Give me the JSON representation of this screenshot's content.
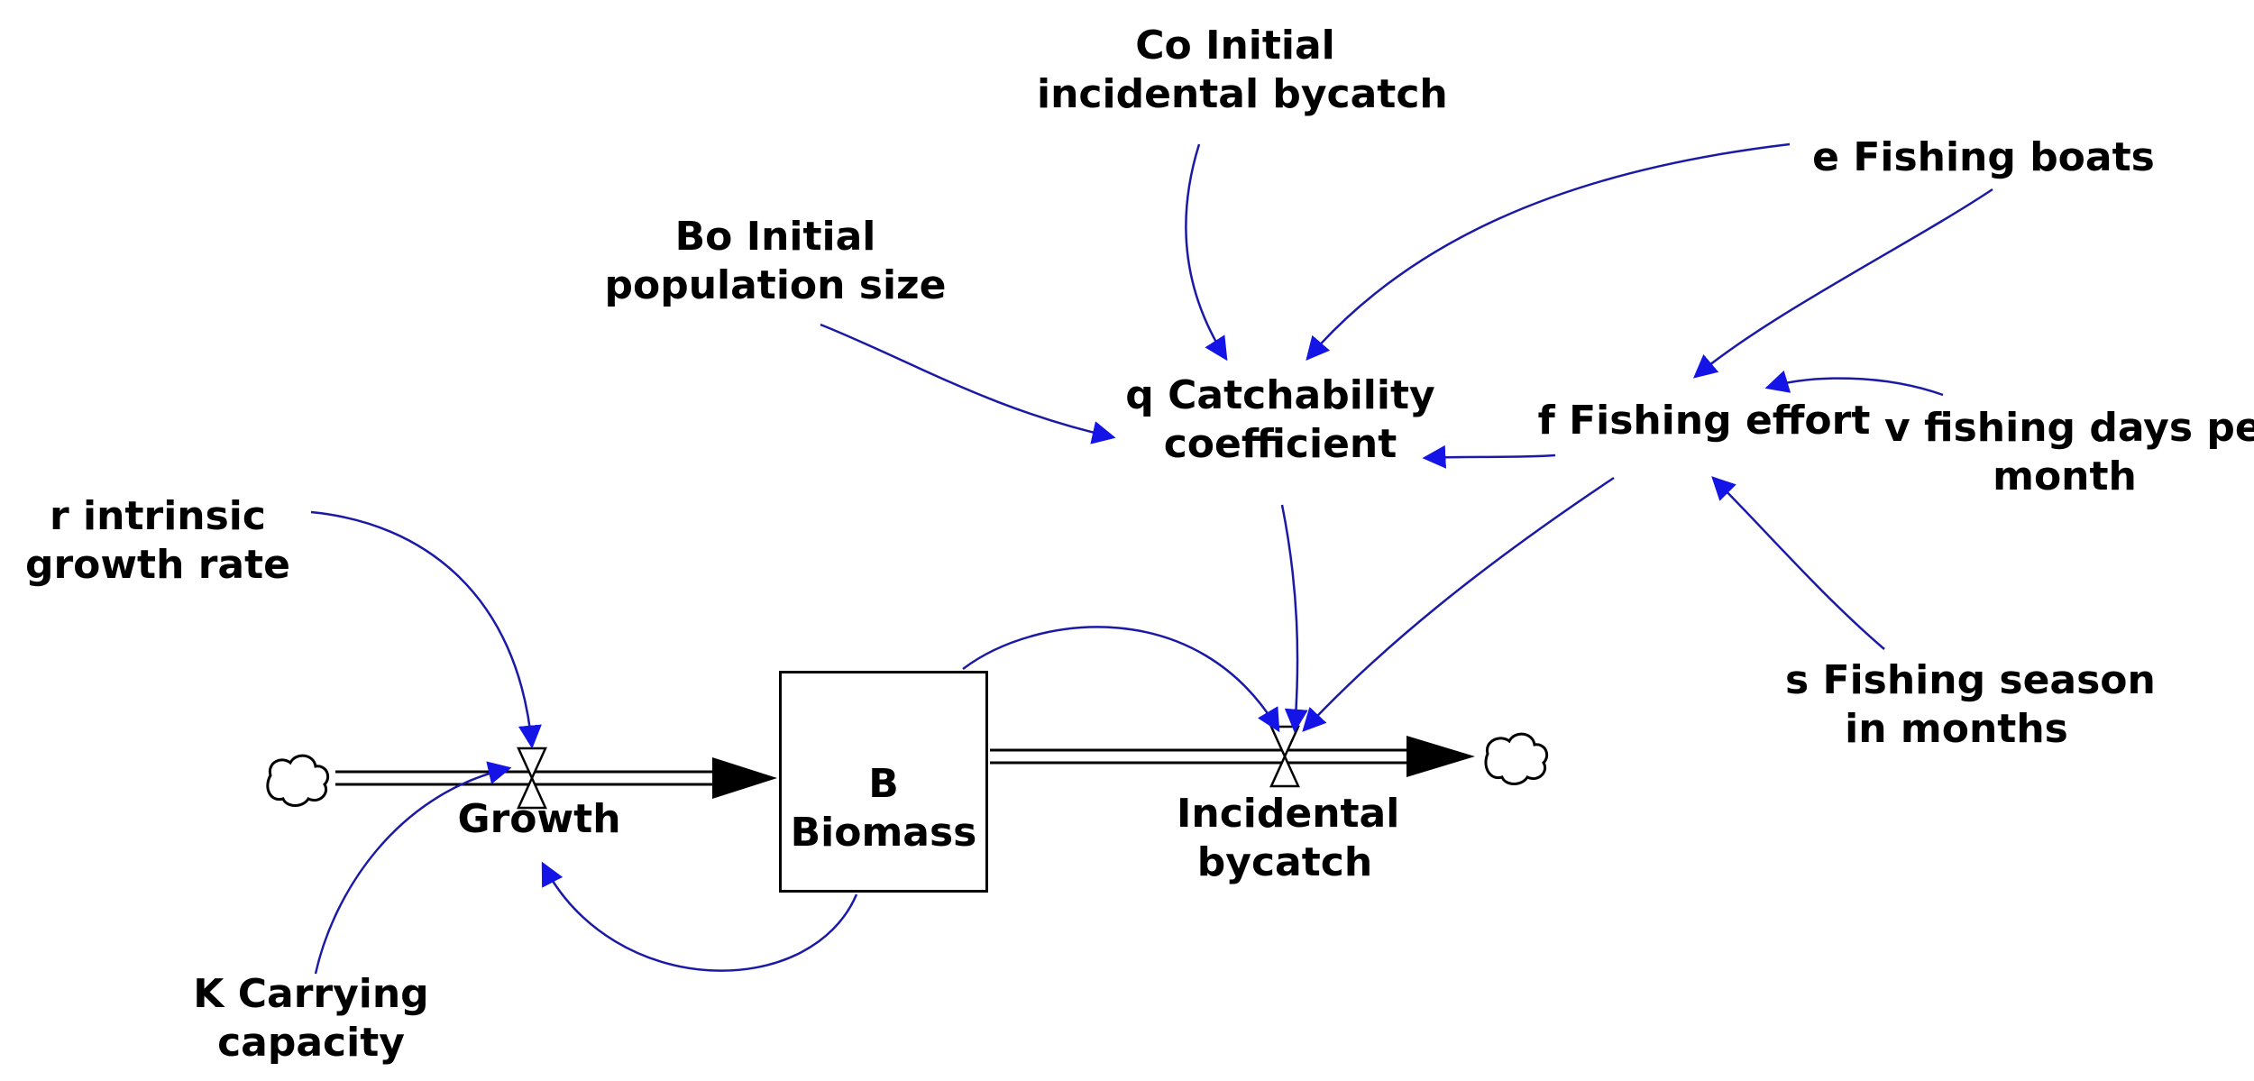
{
  "colors": {
    "link": "#1a1aa6",
    "arrowhead": "#1414e6",
    "flow": "#000000",
    "text": "#000000"
  },
  "stock": {
    "label": "B Biomass"
  },
  "flows": {
    "growth": {
      "label": "Growth"
    },
    "bycatch": {
      "line1": "Incidental",
      "line2": "bycatch"
    }
  },
  "variables": {
    "co": {
      "line1": "Co Initial",
      "line2": "incidental bycatch"
    },
    "bo": {
      "line1": "Bo Initial",
      "line2": "population size"
    },
    "e": {
      "line1": "e Fishing boats"
    },
    "q": {
      "line1": "q Catchability",
      "line2": "coefficient"
    },
    "f": {
      "line1": "f Fishing effort"
    },
    "v": {
      "line1": "v fishing days per",
      "line2": "month"
    },
    "r": {
      "line1": "r intrinsic",
      "line2": "growth rate"
    },
    "s": {
      "line1": "s Fishing season",
      "line2": "in months"
    },
    "k": {
      "line1": "K Carrying",
      "line2": "capacity"
    }
  },
  "icons": [
    "cloud-source-icon",
    "cloud-sink-icon",
    "valve-icon"
  ]
}
